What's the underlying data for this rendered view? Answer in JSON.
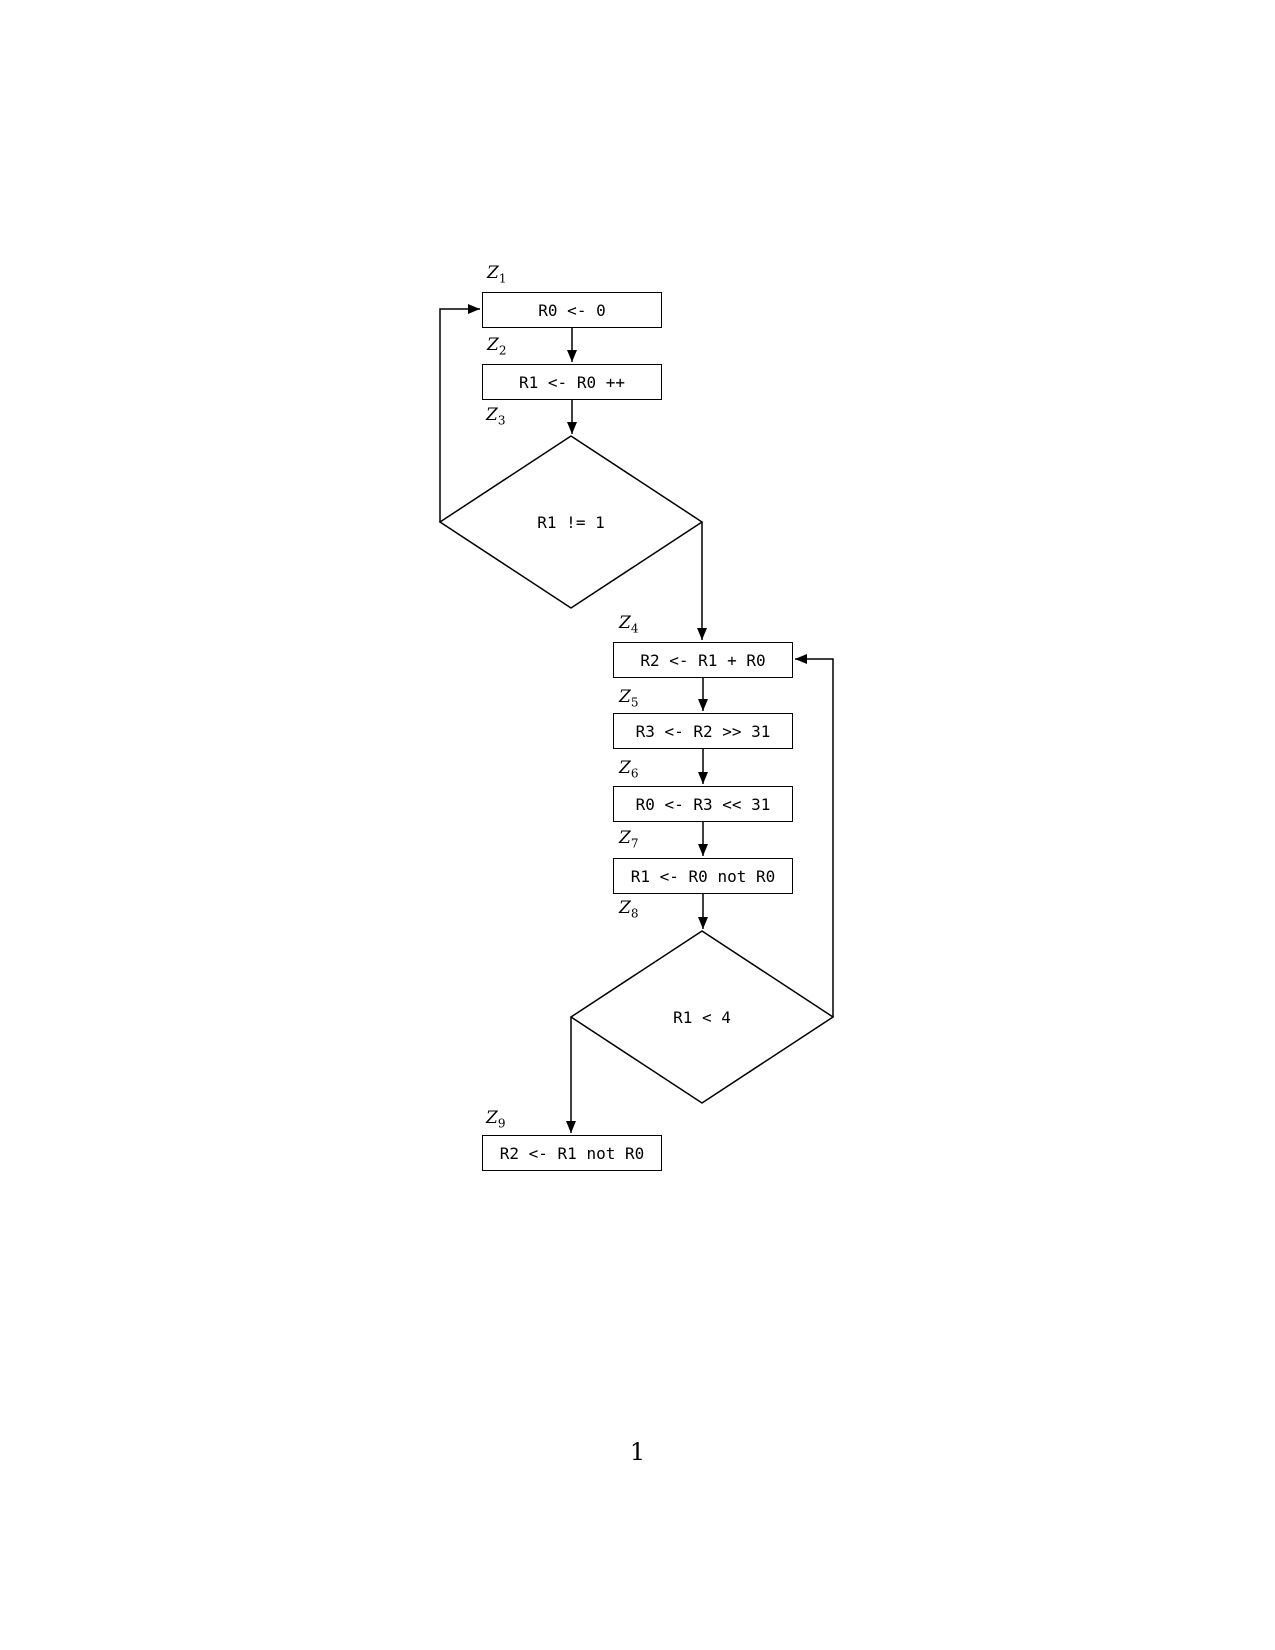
{
  "page": {
    "background_color": "#ffffff",
    "number": "1"
  },
  "diagram": {
    "type": "flowchart",
    "line_color": "#000000",
    "node_fill_color": "#ffffff",
    "nodes": [
      {
        "label_var": "Z",
        "label_sub": "1",
        "shape": "rect",
        "text": "R0 <- 0"
      },
      {
        "label_var": "Z",
        "label_sub": "2",
        "shape": "rect",
        "text": "R1 <- R0 ++"
      },
      {
        "label_var": "Z",
        "label_sub": "3",
        "shape": "diamond",
        "text": "R1 != 1"
      },
      {
        "label_var": "Z",
        "label_sub": "4",
        "shape": "rect",
        "text": "R2 <- R1 + R0"
      },
      {
        "label_var": "Z",
        "label_sub": "5",
        "shape": "rect",
        "text": "R3 <- R2 >> 31"
      },
      {
        "label_var": "Z",
        "label_sub": "6",
        "shape": "rect",
        "text": "R0 <- R3 << 31"
      },
      {
        "label_var": "Z",
        "label_sub": "7",
        "shape": "rect",
        "text": "R1 <- R0 not R0"
      },
      {
        "label_var": "Z",
        "label_sub": "8",
        "shape": "diamond",
        "text": "R1 < 4"
      },
      {
        "label_var": "Z",
        "label_sub": "9",
        "shape": "rect",
        "text": "R2 <- R1 not R0"
      }
    ],
    "edges": [
      "Z1->Z2",
      "Z2->Z3",
      "Z3->Z4",
      "Z3->Z1",
      "Z4->Z5",
      "Z5->Z6",
      "Z6->Z7",
      "Z7->Z8",
      "Z8->Z9",
      "Z8->Z4"
    ]
  }
}
